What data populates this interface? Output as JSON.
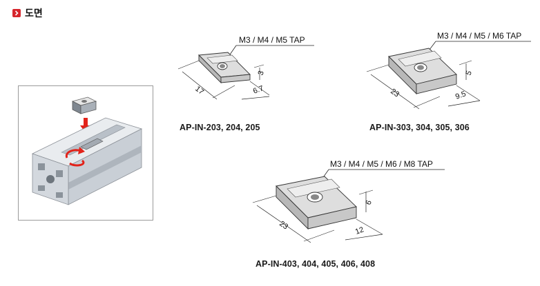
{
  "header": {
    "title": "도면"
  },
  "figures": [
    {
      "tap_label": "M3 / M4 / M5 TAP",
      "dims": {
        "length": "17",
        "height": "3",
        "width": "6.7"
      },
      "caption": "AP-IN-203, 204, 205"
    },
    {
      "tap_label": "M3 / M4 / M5 / M6 TAP",
      "dims": {
        "length": "23",
        "height": "5",
        "width": "9.5"
      },
      "caption": "AP-IN-303, 304, 305, 306"
    },
    {
      "tap_label": "M3 / M4 / M5 / M6 / M8 TAP",
      "dims": {
        "length": "23",
        "height": "6",
        "width": "12"
      },
      "caption": "AP-IN-403, 404, 405, 406, 408"
    }
  ],
  "colors": {
    "accent": "#d6262d",
    "nut_fill": "#d8d8d8",
    "line": "#222222"
  }
}
